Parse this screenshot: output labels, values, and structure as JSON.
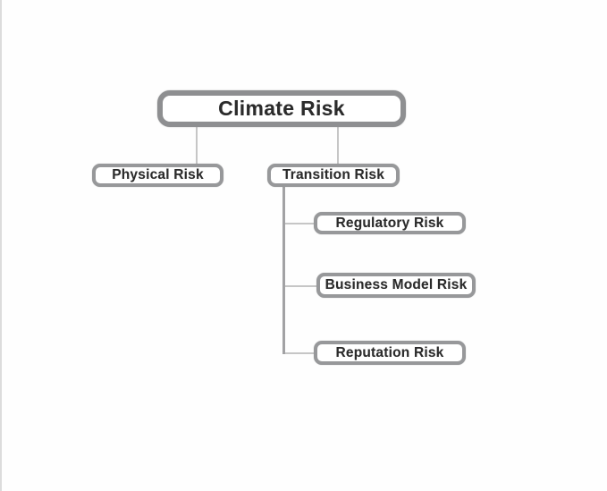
{
  "diagram": {
    "type": "tree",
    "root": {
      "label": "Climate Risk",
      "children": [
        {
          "label": "Physical Risk",
          "children": []
        },
        {
          "label": "Transition Risk",
          "children": [
            {
              "label": "Regulatory Risk"
            },
            {
              "label": "Business Model Risk"
            },
            {
              "label": "Reputation Risk"
            }
          ]
        }
      ]
    },
    "colors": {
      "background": "#fefefe",
      "box_fill": "#ffffff",
      "root_border": "#8e8f91",
      "child_border": "#97989a",
      "text": "#2b2b2b",
      "connector_thin": "#c6c6c6",
      "connector_trunk": "#a2a2a4"
    }
  }
}
